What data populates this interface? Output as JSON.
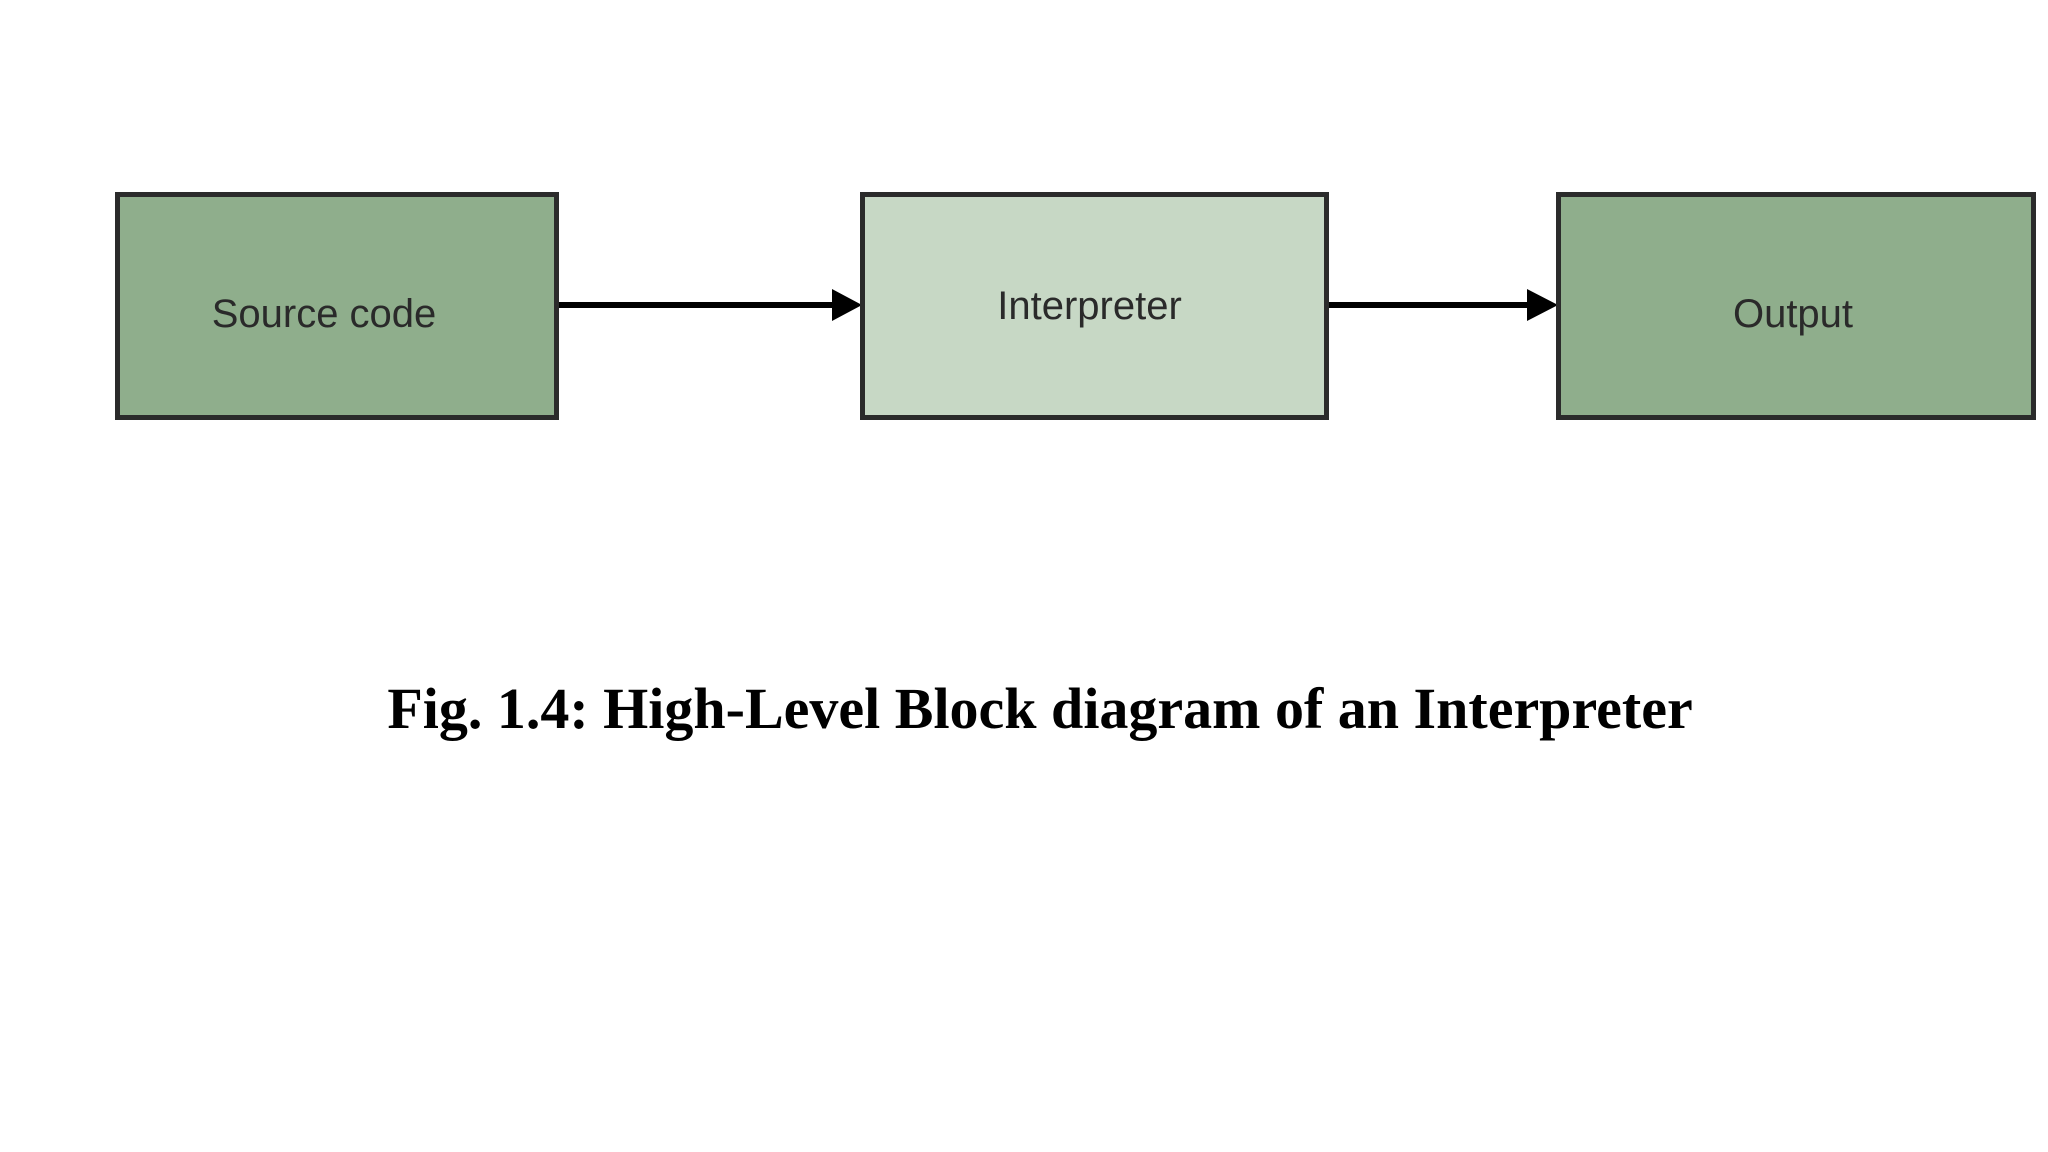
{
  "colors": {
    "block_dark": "#8fae8c",
    "block_light": "#c7d8c5",
    "border": "#2b2b2b",
    "arrow": "#000000"
  },
  "blocks": [
    {
      "label": "Source code"
    },
    {
      "label": "Interpreter"
    },
    {
      "label": "Output"
    }
  ],
  "connections": [
    {
      "from": "Source code",
      "to": "Interpreter"
    },
    {
      "from": "Interpreter",
      "to": "Output"
    }
  ],
  "caption": "Fig. 1.4: High-Level Block diagram of an Interpreter"
}
